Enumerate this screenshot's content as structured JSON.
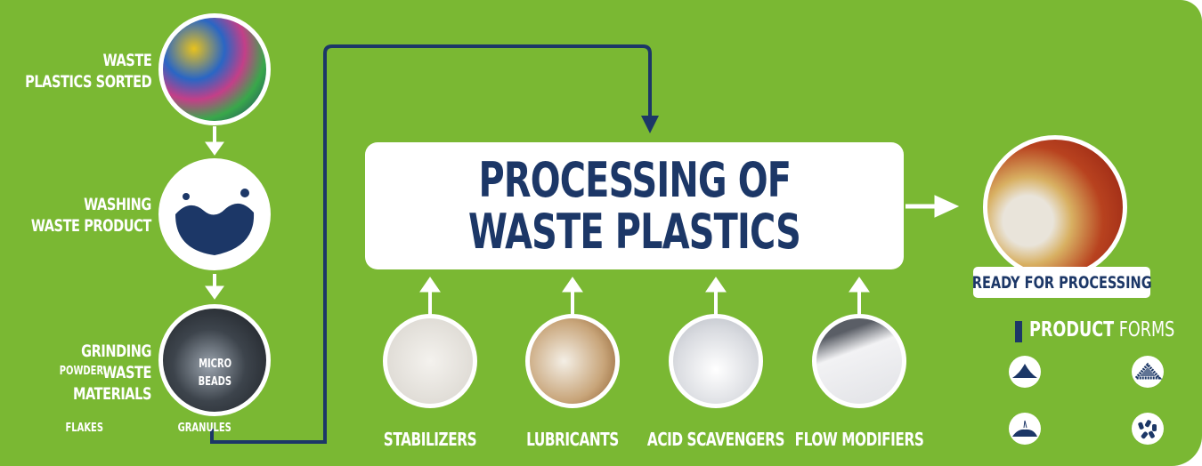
{
  "steps": [
    {
      "line1": "WASTE",
      "line2": "PLASTICS SORTED",
      "icon": "sorted-plastics-photo"
    },
    {
      "line1": "WASHING",
      "line2": "WASTE PRODUCT",
      "icon": "water-splash-icon"
    },
    {
      "line1": "GRINDING",
      "line2": "WASTE MATERIALS",
      "icon": "grinder-photo"
    }
  ],
  "center": {
    "line1": "PROCESSING OF",
    "line2": "WASTE PLASTICS"
  },
  "output": {
    "label": "READY FOR PROCESSING"
  },
  "additives": [
    {
      "label": "STABILIZERS"
    },
    {
      "label": "LUBRICANTS"
    },
    {
      "label": "ACID SCAVENGERS"
    },
    {
      "label": "FLOW MODIFIERS"
    }
  ],
  "forms": {
    "title_bold": "PRODUCT",
    "title_light": "FORMS",
    "items": [
      {
        "label": "POWDER",
        "icon": "powder-icon"
      },
      {
        "label1": "MICRO",
        "label2": "BEADS",
        "icon": "micro-beads-icon"
      },
      {
        "label": "FLAKES",
        "icon": "flakes-icon"
      },
      {
        "label": "GRANULES",
        "icon": "granules-icon"
      }
    ]
  },
  "colors": {
    "background": "#7ab833",
    "navy": "#1c3767",
    "white": "#ffffff"
  }
}
